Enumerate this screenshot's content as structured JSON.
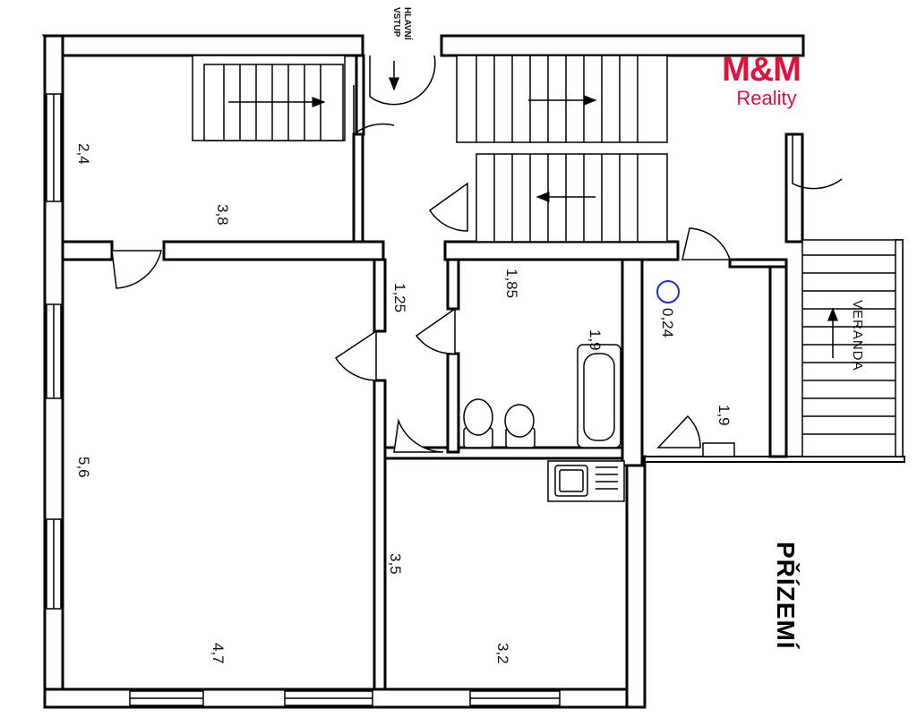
{
  "logo": {
    "brand": "M&M",
    "sub": "Reality",
    "color": "#e0103f"
  },
  "entrance": {
    "line1": "HLAVNÍ",
    "line2": "VSTUP"
  },
  "floor_name": "PŘÍZEMÍ",
  "veranda_label": "VERANDA",
  "dimensions": {
    "room_nw_width": "2,4",
    "room_nw_depth": "3,8",
    "hall_width": "1,25",
    "bath_width": "1,85",
    "bath_depth": "1,9",
    "wc_depth": "0,24",
    "wc_width": "1,9",
    "living_width": "5,6",
    "living_depth": "4,7",
    "kitchen_width": "3,5",
    "kitchen_depth": "3,2"
  },
  "colors": {
    "wall": "#000000",
    "marker": "#1a2fd6",
    "background": "#ffffff"
  }
}
